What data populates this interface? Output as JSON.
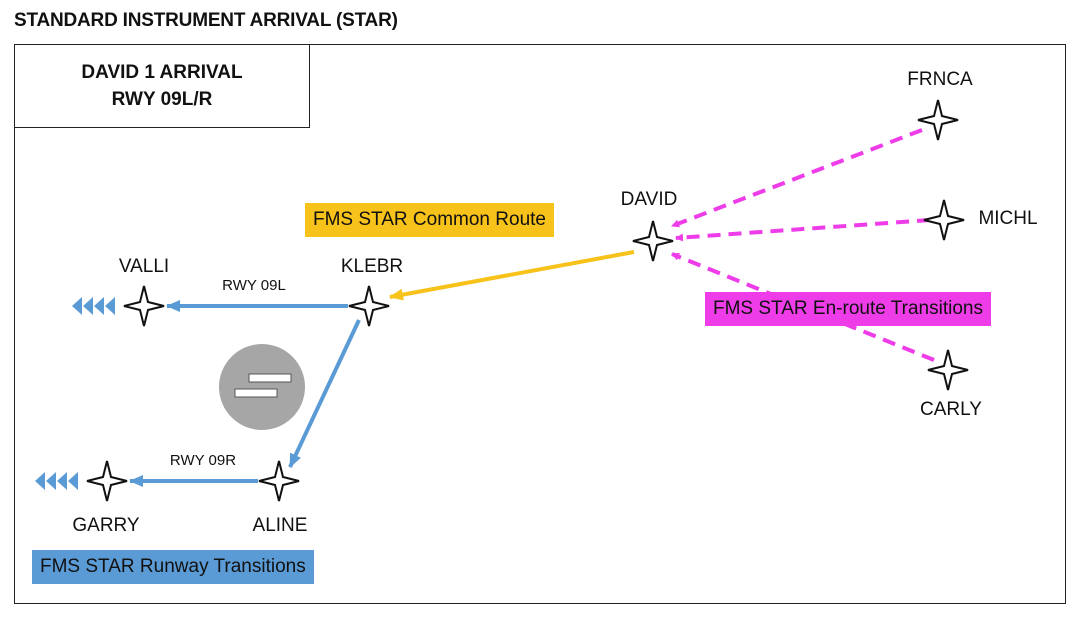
{
  "page_title": "STANDARD INSTRUMENT ARRIVAL (STAR)",
  "procedure": {
    "name": "DAVID 1 ARRIVAL",
    "runways": "RWY 09L/R"
  },
  "fixes": {
    "frnca": "FRNCA",
    "michl": "MICHL",
    "david": "DAVID",
    "carly": "CARLY",
    "klebr": "KLEBR",
    "valli": "VALLI",
    "aline": "ALINE",
    "garry": "GARRY"
  },
  "runway_labels": {
    "rwy_09l": "RWY 09L",
    "rwy_09r": "RWY 09R"
  },
  "legend": {
    "common_route": "FMS STAR Common Route",
    "enroute_transitions": "FMS STAR En-route Transitions",
    "runway_transitions": "FMS STAR Runway Transitions"
  },
  "colors": {
    "common_route": "#f7c21a",
    "enroute_transitions": "#ee3ce8",
    "runway_transitions": "#5b9bd5",
    "airport_symbol": "#a6a6a6"
  },
  "icons": {
    "waypoint": "four-point-star-icon",
    "airport": "airport-runway-icon",
    "continuation": "chevron-arrows-icon"
  }
}
